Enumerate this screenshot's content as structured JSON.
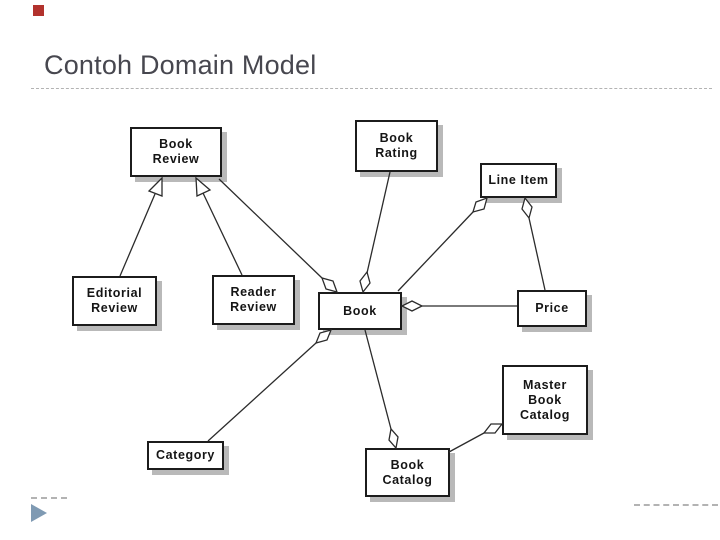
{
  "slide": {
    "title": "Contoh Domain Model",
    "colors": {
      "title_text": "#47474f",
      "accent_square": "#b2322d",
      "dashed_rule": "#b3b3b3",
      "nav_triangle": "#7f9ab3",
      "node_border": "#1c1c1c",
      "node_fill": "#ffffff",
      "node_shadow": "#b9b9b9",
      "connector": "#2b2b2b"
    }
  },
  "diagram": {
    "nodes": [
      {
        "id": "book-review",
        "label": "Book Review",
        "lines": [
          "Book",
          "Review"
        ]
      },
      {
        "id": "book-rating",
        "label": "Book Rating",
        "lines": [
          "Book",
          "Rating"
        ]
      },
      {
        "id": "line-item",
        "label": "Line Item",
        "lines": [
          "Line Item"
        ]
      },
      {
        "id": "editorial-review",
        "label": "Editorial Review",
        "lines": [
          "Editorial",
          "Review"
        ]
      },
      {
        "id": "reader-review",
        "label": "Reader Review",
        "lines": [
          "Reader",
          "Review"
        ]
      },
      {
        "id": "book",
        "label": "Book",
        "lines": [
          "Book"
        ]
      },
      {
        "id": "price",
        "label": "Price",
        "lines": [
          "Price"
        ]
      },
      {
        "id": "master-book-catalog",
        "label": "Master Book Catalog",
        "lines": [
          "Master",
          "Book",
          "Catalog"
        ]
      },
      {
        "id": "category",
        "label": "Category",
        "lines": [
          "Category"
        ]
      },
      {
        "id": "book-catalog",
        "label": "Book Catalog",
        "lines": [
          "Book",
          "Catalog"
        ]
      }
    ],
    "edges": [
      {
        "from": "editorial-review",
        "to": "book-review",
        "type": "generalization",
        "arrow_at": "book-review"
      },
      {
        "from": "reader-review",
        "to": "book-review",
        "type": "generalization",
        "arrow_at": "book-review"
      },
      {
        "from": "book",
        "to": "book-review",
        "type": "aggregation",
        "diamond_at": "book"
      },
      {
        "from": "book",
        "to": "book-rating",
        "type": "aggregation",
        "diamond_at": "book"
      },
      {
        "from": "line-item",
        "to": "book",
        "type": "aggregation",
        "diamond_at": "line-item"
      },
      {
        "from": "line-item",
        "to": "price",
        "type": "aggregation",
        "diamond_at": "line-item"
      },
      {
        "from": "book",
        "to": "price",
        "type": "aggregation",
        "diamond_at": "book"
      },
      {
        "from": "book",
        "to": "category",
        "type": "aggregation",
        "diamond_at": "book"
      },
      {
        "from": "book-catalog",
        "to": "book",
        "type": "aggregation",
        "diamond_at": "book-catalog"
      },
      {
        "from": "master-book-catalog",
        "to": "book-catalog",
        "type": "aggregation",
        "diamond_at": "master-book-catalog"
      }
    ]
  }
}
